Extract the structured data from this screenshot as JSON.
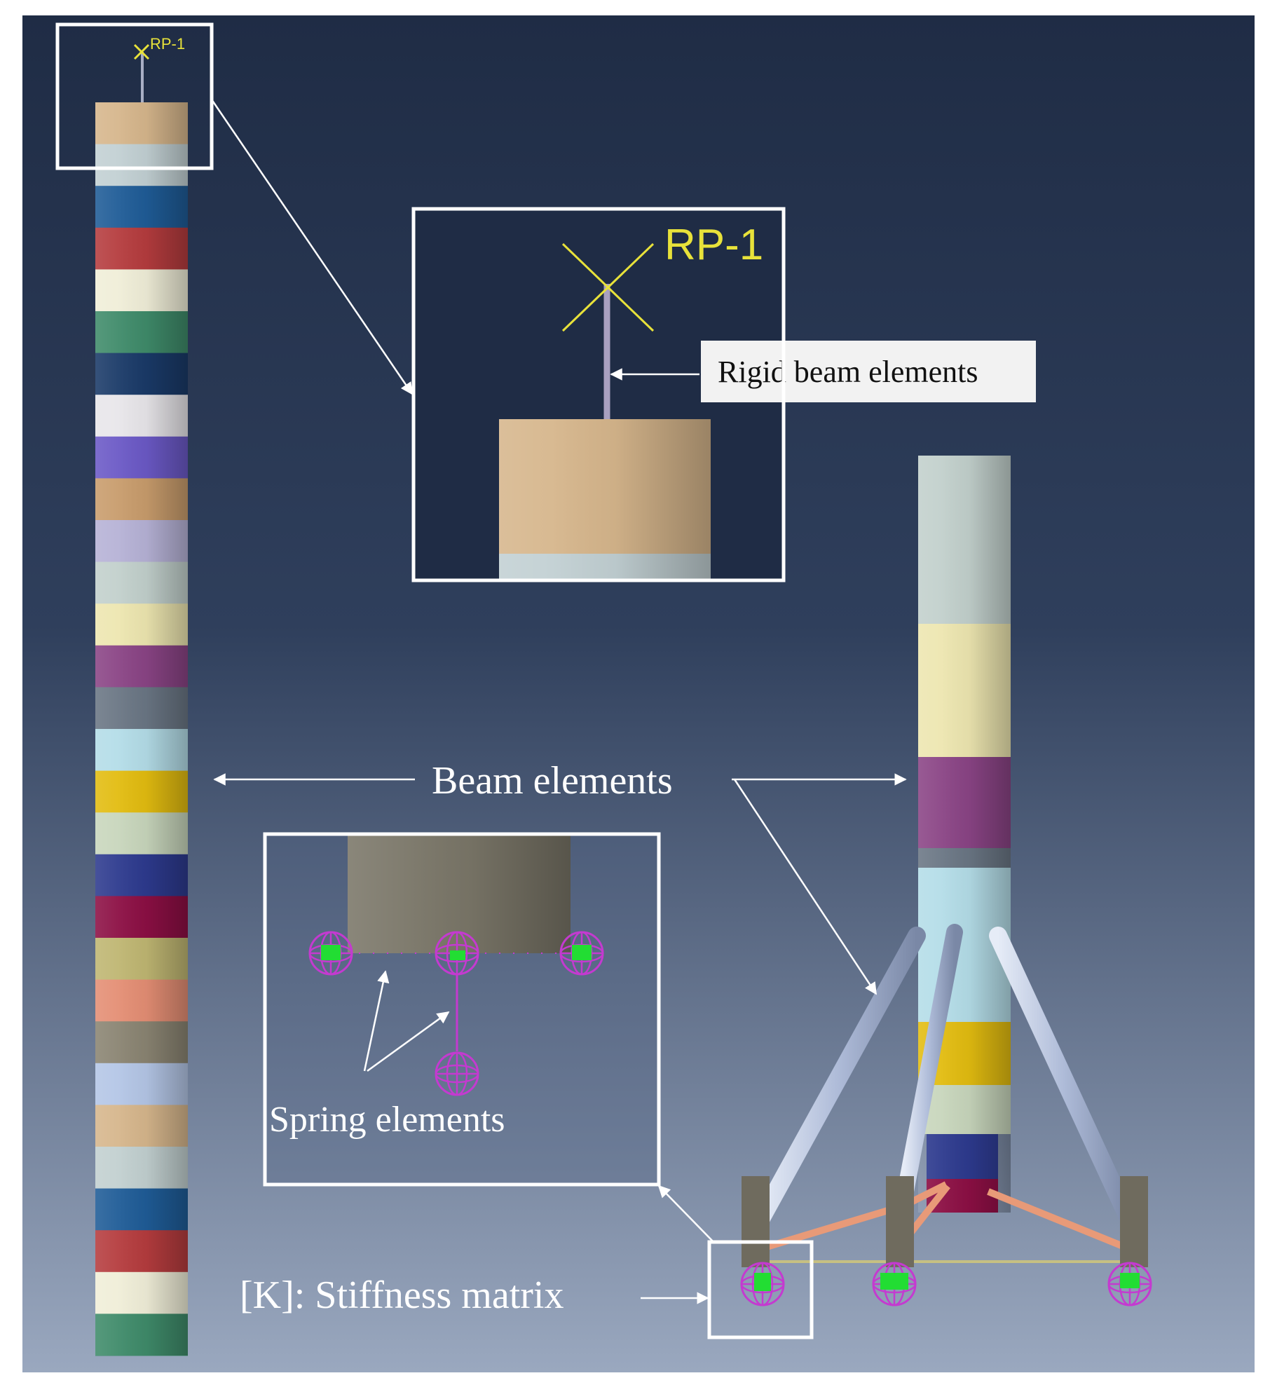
{
  "labels": {
    "rp_small": "RP-1",
    "rp_large": "RP-1",
    "rigid_beam": "Rigid beam elements",
    "beam_elements": "Beam elements",
    "spring_elements": "Spring elements",
    "stiffness_matrix": "[K]: Stiffness matrix"
  },
  "colors": {
    "background_top": "#1f2c45",
    "background_bottom": "#9aa8bf",
    "rp_marker": "#e8e23a",
    "spring_marker": "#c43ad0",
    "node_fill": "#22dd33",
    "callout_box": "#ffffff",
    "arrow": "#ffffff",
    "brace": "#e89a78",
    "legs": "#6f6b5e"
  },
  "tower_segments": [
    "#d6b68c",
    "#c2d0d3",
    "#1f5c97",
    "#b53c3e",
    "#f0eed8",
    "#3f8b6a",
    "#1a3a68",
    "#e8e6ea",
    "#6b59c6",
    "#c89c6c",
    "#b6b2d6",
    "#c2d0cc",
    "#ede6b0",
    "#8a4485",
    "#6a7684",
    "#b4dde8",
    "#e2bc10",
    "#c8d6bc",
    "#2d3a8e",
    "#8c0f44",
    "#bfb672",
    "#e48e74",
    "#8a8472",
    "#b4c6e6",
    "#d6b68c",
    "#c2d0d0",
    "#1f5c97",
    "#b53c3e",
    "#f0eed8",
    "#3f8b6a"
  ],
  "jacket_segments": [
    "#c2d0cc",
    "#ede6b0",
    "#8a4485",
    "#6a7684",
    "#b4dde8",
    "#e2bc10",
    "#c8d6bc",
    "#2d3a8e",
    "#8c0f44"
  ]
}
